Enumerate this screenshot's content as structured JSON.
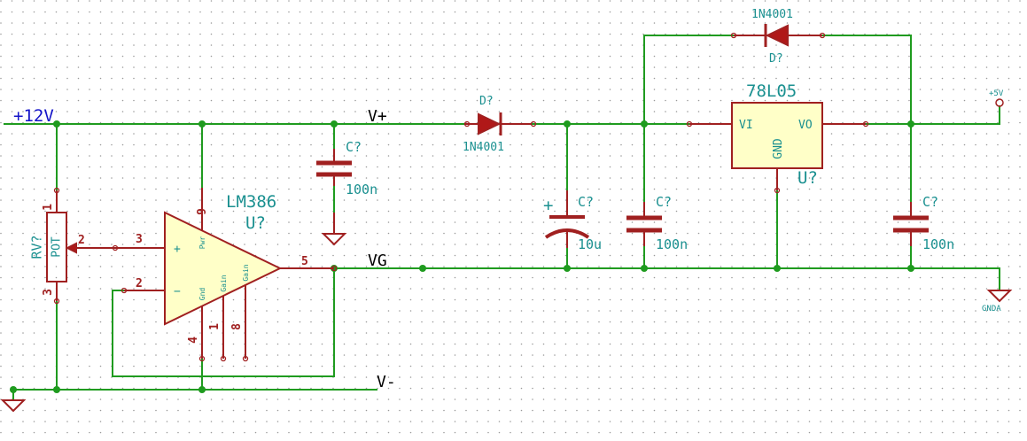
{
  "power": {
    "p12v": "+12V",
    "p5v": "+5V",
    "gnda": "GNDA"
  },
  "nets": {
    "vplus": "V+",
    "vg": "VG",
    "vminus": "V-"
  },
  "pot": {
    "ref": "RV?",
    "value": "POT",
    "pin1": "1",
    "pin2": "2",
    "pin3": "3"
  },
  "amp": {
    "part": "LM386",
    "ref": "U?",
    "pin_noninv": "3",
    "pin_inv": "2",
    "pin_out": "5",
    "pin_pwr": "6",
    "pin_gnd": "4",
    "pin_gain1": "1",
    "pin_gain8": "8",
    "plus_sign": "+",
    "minus_sign": "−",
    "label_pwr": "Pwr",
    "label_gnd": "Gnd",
    "label_gain1": "Gain",
    "label_gain2": "Gain"
  },
  "caps": {
    "c1_ref": "C?",
    "c1_val": "100n",
    "c2_ref": "C?",
    "c2_val": "10u",
    "c3_ref": "C?",
    "c3_val": "100n",
    "c4_ref": "C?",
    "c4_val": "100n"
  },
  "diodes": {
    "d1_ref": "D?",
    "d1_val": "1N4001",
    "d2_ref": "D?",
    "d2_val": "1N4001"
  },
  "regulator": {
    "part": "78L05",
    "ref": "U?",
    "vi": "VI",
    "vo": "VO",
    "gnd": "GND"
  },
  "colors": {
    "wire": "#1f9b1f",
    "component": "#a02020",
    "label": "#1a9090",
    "power_label": "#1414c8",
    "net_label": "#000000"
  }
}
